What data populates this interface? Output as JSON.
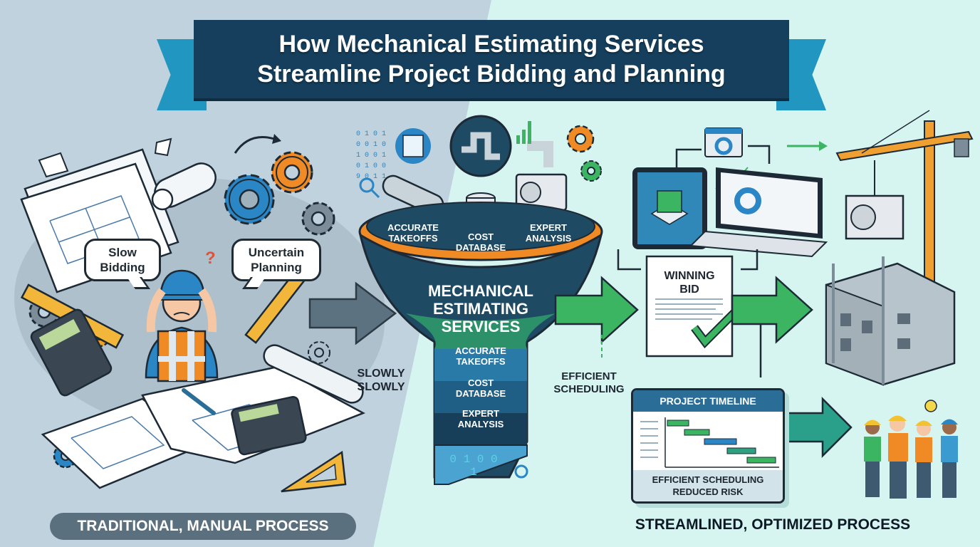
{
  "title": {
    "line1": "How Mechanical Estimating Services",
    "line2": "Streamline Project Bidding and Planning"
  },
  "left_side": {
    "bubble_1": "Slow Bidding",
    "bubble_1_l1": "Slow",
    "bubble_1_l2": "Bidding",
    "bubble_2_l1": "Uncertain",
    "bubble_2_l2": "Planning",
    "slowly_l1": "SLOWLY",
    "slowly_l2": "SLOWLY",
    "footer": "TRADITIONAL, MANUAL PROCESS"
  },
  "funnel": {
    "rim_items": [
      {
        "l1": "ACCURATE",
        "l2": "TAKEOFFS"
      },
      {
        "l1": "COST",
        "l2": "DATABASE"
      },
      {
        "l1": "EXPERT",
        "l2": "ANALYSIS"
      }
    ],
    "main_l1": "MECHANICAL",
    "main_l2": "ESTIMATING",
    "main_l3": "SERVICES",
    "bands": [
      {
        "l1": "ACCURATE",
        "l2": "TAKEOFFS"
      },
      {
        "l1": "COST",
        "l2": "DATABASE"
      },
      {
        "l1": "EXPERT",
        "l2": "ANALYSIS"
      }
    ],
    "binary_digits": "0 1 0 0 1"
  },
  "right_side": {
    "efficient_l1": "EFFICIENT",
    "efficient_l2": "SCHEDULING",
    "bid_l1": "WINNING",
    "bid_l2": "BID",
    "timeline_title": "PROJECT TIMELINE",
    "timeline_foot_l1": "EFFICIENT SCHEDULING",
    "timeline_foot_l2": "REDUCED RISK",
    "footer": "STREAMLINED, OPTIMIZED PROCESS"
  },
  "colors": {
    "banner": "#153f5c",
    "ribbon": "#2196c0",
    "left_bg": "#bfd2dd",
    "right_bg": "#d6f5f1",
    "green": "#3cb563",
    "orange": "#f08a24",
    "blue": "#2a86c4"
  }
}
